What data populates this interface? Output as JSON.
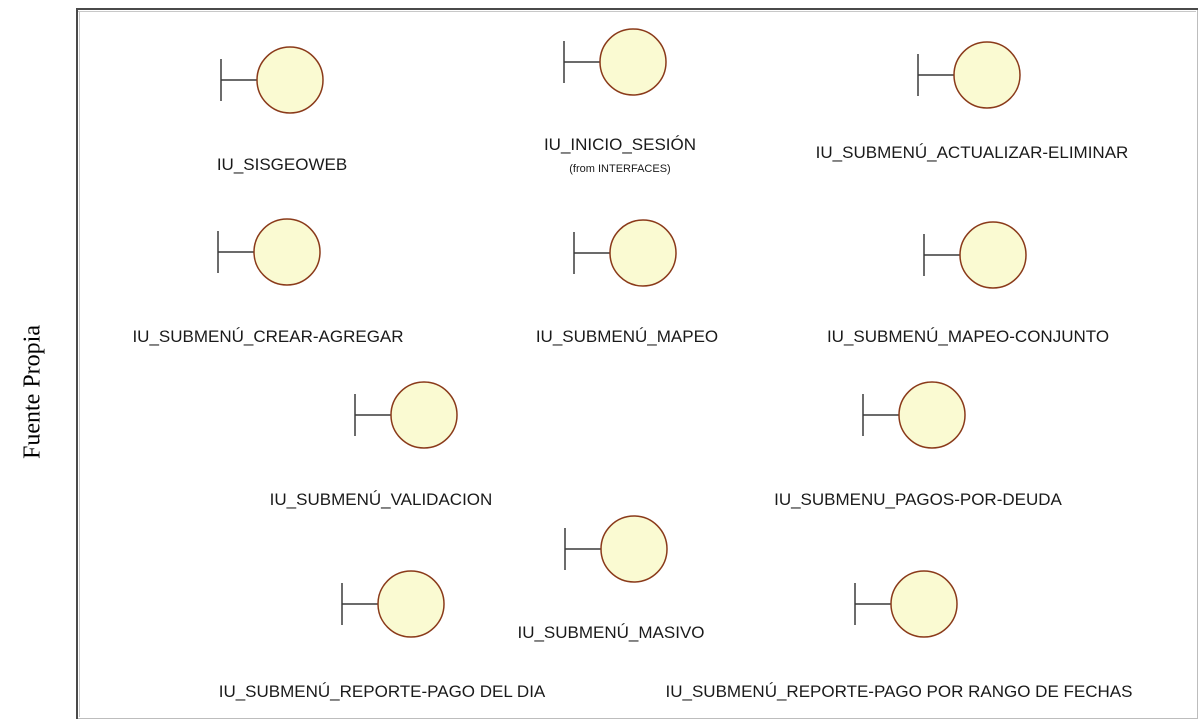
{
  "side_caption": "Fuente Propia",
  "colors": {
    "fill": "#fafad2",
    "stroke": "#8a3a1a",
    "text": "#1a1a1a"
  },
  "boundaries": [
    {
      "id": "sisgeoweb",
      "label": "IU_SISGEOWEB"
    },
    {
      "id": "inicio-sesion",
      "label": "IU_INICIO_SESIÓN",
      "sublabel": "(from INTERFACES)"
    },
    {
      "id": "actualizar-eliminar",
      "label": "IU_SUBMENÚ_ACTUALIZAR-ELIMINAR"
    },
    {
      "id": "crear-agregar",
      "label": "IU_SUBMENÚ_CREAR-AGREGAR"
    },
    {
      "id": "mapeo",
      "label": "IU_SUBMENÚ_MAPEO"
    },
    {
      "id": "mapeo-conjunto",
      "label": "IU_SUBMENÚ_MAPEO-CONJUNTO"
    },
    {
      "id": "validacion",
      "label": "IU_SUBMENÚ_VALIDACION"
    },
    {
      "id": "pagos-por-deuda",
      "label": "IU_SUBMENU_PAGOS-POR-DEUDA"
    },
    {
      "id": "masivo",
      "label": "IU_SUBMENÚ_MASIVO"
    },
    {
      "id": "reporte-pago-dia",
      "label": "IU_SUBMENÚ_REPORTE-PAGO DEL DIA"
    },
    {
      "id": "reporte-pago-rango",
      "label": "IU_SUBMENÚ_REPORTE-PAGO POR RANGO DE FECHAS"
    }
  ]
}
